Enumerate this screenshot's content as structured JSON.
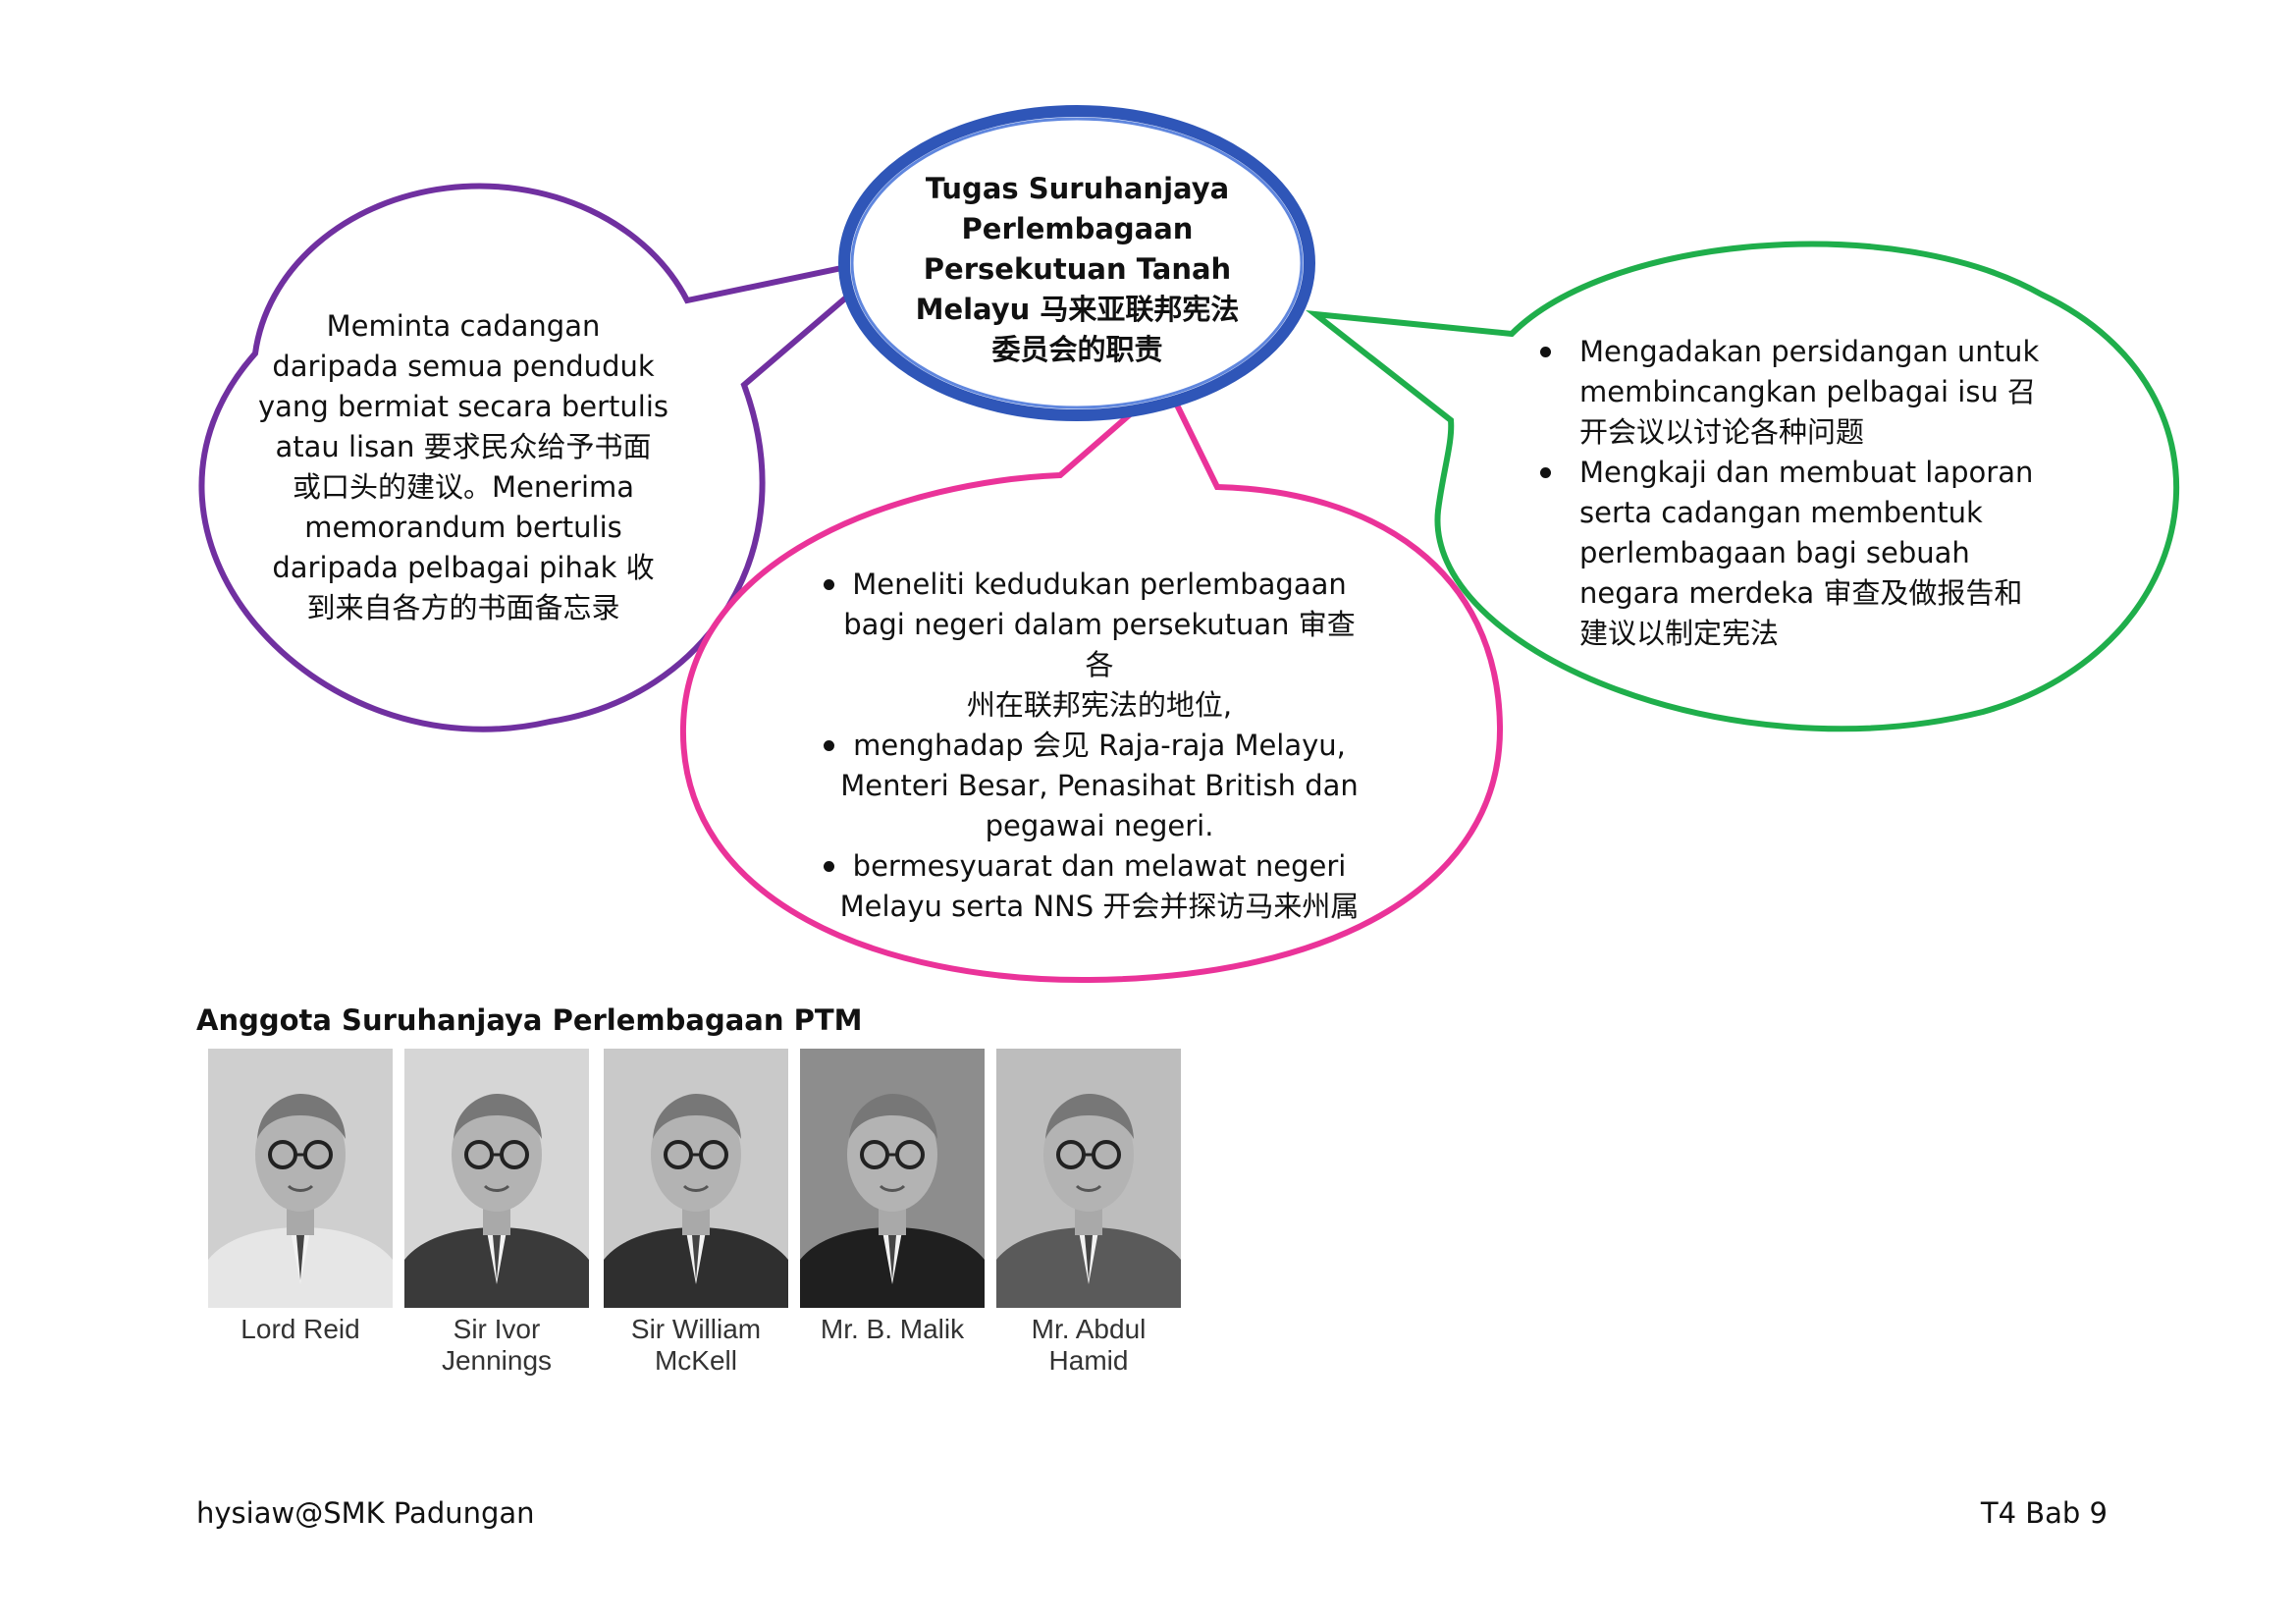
{
  "center": {
    "lines": [
      "Tugas Suruhanjaya",
      "Perlembagaan",
      "Persekutuan Tanah",
      "Melayu 马来亚联邦宪法",
      "委员会的职责"
    ]
  },
  "left_bubble": {
    "lines": [
      "Meminta cadangan",
      "daripada semua penduduk",
      "yang bermiat secara bertulis",
      "atau lisan 要求民众给予书面",
      "或口头的建议。Menerima",
      "memorandum bertulis",
      "daripada pelbagai pihak 收",
      "到来自各方的书面备忘录"
    ]
  },
  "right_bubble": {
    "items": [
      {
        "lines": [
          "Mengadakan persidangan untuk",
          "membincangkan pelbagai isu 召",
          "开会议以讨论各种问题"
        ]
      },
      {
        "lines": [
          "Mengkaji dan membuat laporan",
          "serta cadangan membentuk",
          "perlembagaan bagi sebuah",
          "negara merdeka 审查及做报告和",
          "建议以制定宪法"
        ]
      }
    ]
  },
  "middle_bubble": {
    "items": [
      {
        "lines": [
          "Meneliti kedudukan perlembagaan",
          "bagi negeri dalam persekutuan 审查各",
          "州在联邦宪法的地位,"
        ]
      },
      {
        "lines": [
          "menghadap 会见 Raja-raja Melayu,",
          "Menteri Besar, Penasihat British dan",
          "pegawai negeri."
        ]
      },
      {
        "lines": [
          "bermesyuarat dan melawat negeri",
          "Melayu serta NNS 开会并探访马来州属"
        ]
      }
    ]
  },
  "members": {
    "title": "Anggota Suruhanjaya Perlembagaan PTM",
    "people": [
      {
        "name_lines": [
          "Lord Reid"
        ]
      },
      {
        "name_lines": [
          "Sir Ivor",
          "Jennings"
        ]
      },
      {
        "name_lines": [
          "Sir William",
          "McKell"
        ]
      },
      {
        "name_lines": [
          "Mr. B. Malik"
        ]
      },
      {
        "name_lines": [
          "Mr. Abdul",
          "Hamid"
        ]
      }
    ]
  },
  "footer": {
    "left": "hysiaw@SMK Padungan",
    "right": "T4 Bab 9"
  },
  "colors": {
    "center_stroke": "#2f56b8",
    "center_stroke_light": "#5f86de",
    "left_stroke": "#7030a0",
    "middle_stroke": "#ea3399",
    "right_stroke": "#1fae4b"
  }
}
